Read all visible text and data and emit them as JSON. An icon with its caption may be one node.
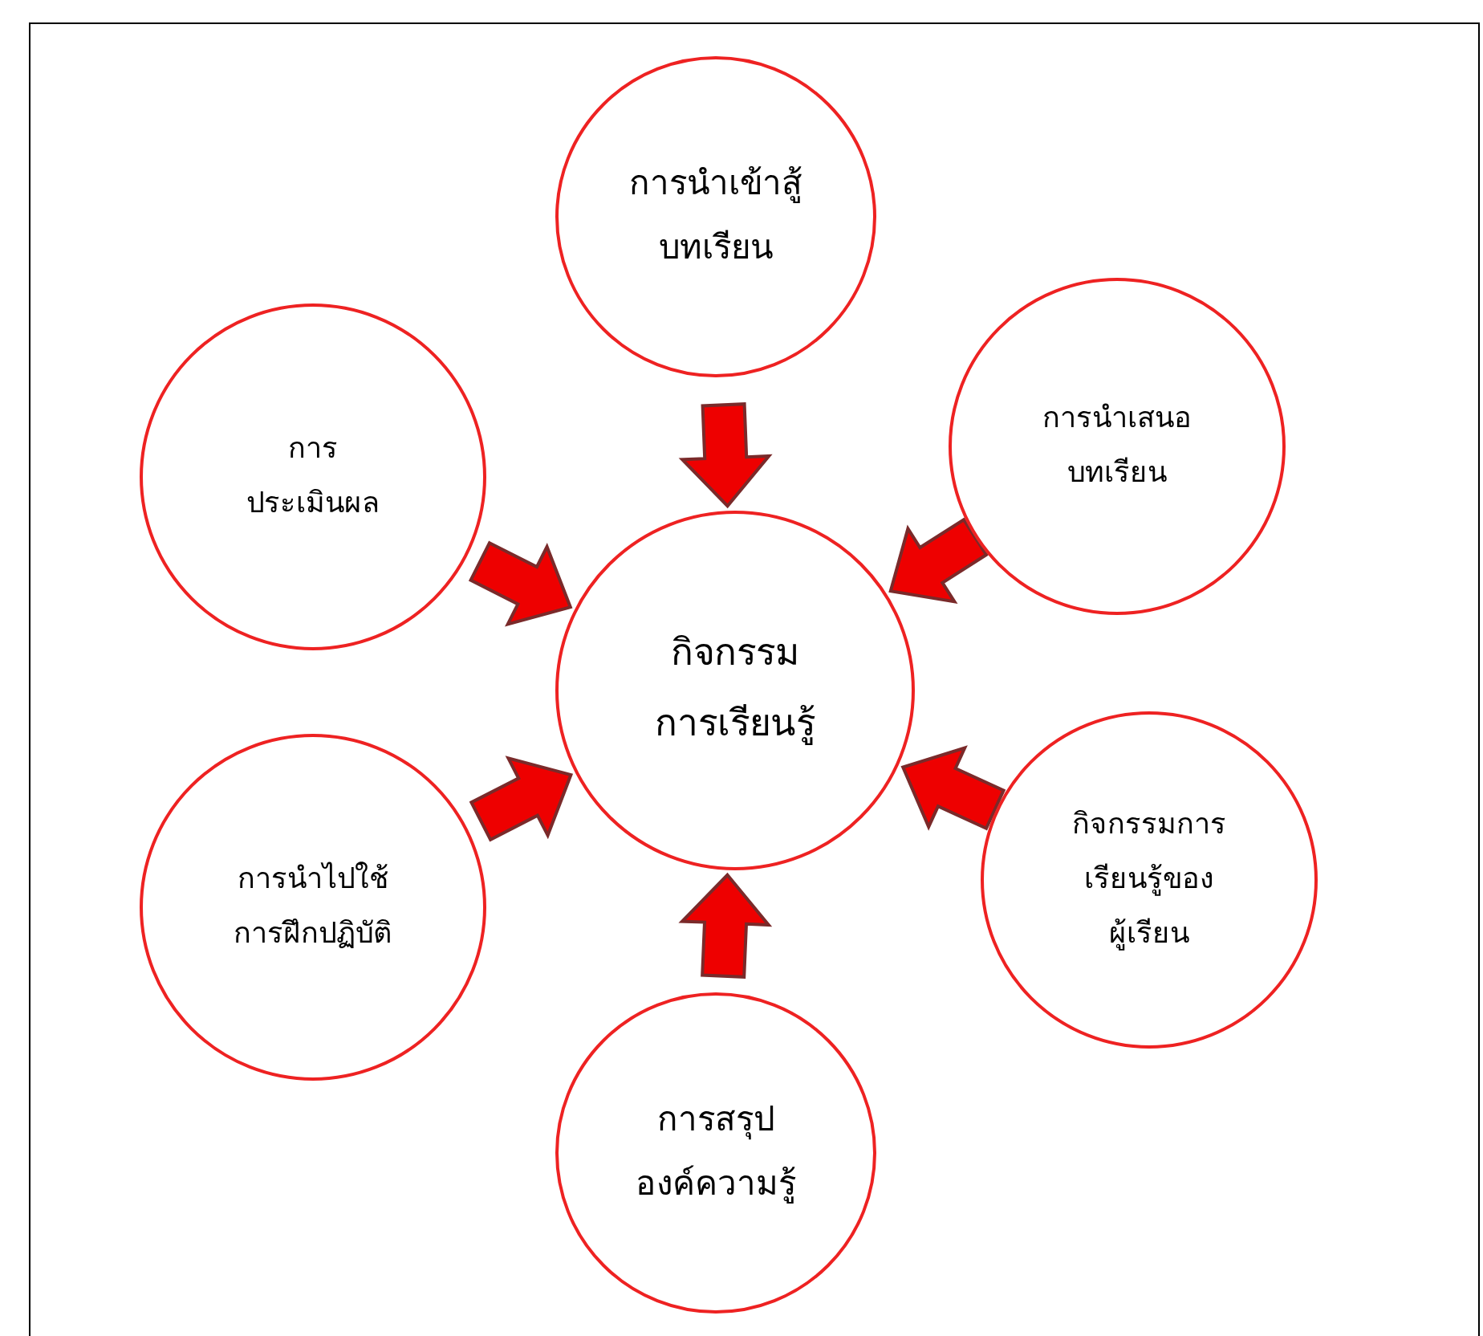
{
  "diagram": {
    "nodes": [
      {
        "text": [
          "กิจกรรม การเรียนรู้"
        ]
      },
      {
        "text": [
          "การนำเข้าสู้ บทเรียน"
        ]
      },
      {
        "text": [
          "การนำเสนอ บทเรียน"
        ]
      },
      {
        "text": [
          "กิจกรรมการ เรียนรู้ของ ผู้เรียน"
        ]
      },
      {
        "text": [
          "การสรุป องค์ความรู้"
        ]
      },
      {
        "text": [
          "การนำไปใช้ การฝึกปฏิบัติ"
        ]
      },
      {
        "text": [
          "การ ประเมินผล"
        ]
      }
    ],
    "edges": [
      {
        "from": 1,
        "to": 0,
        "arrow": "to"
      },
      {
        "from": 2,
        "to": 0,
        "arrow": "to"
      },
      {
        "from": 3,
        "to": 0,
        "arrow": "to"
      },
      {
        "from": 4,
        "to": 0,
        "arrow": "to"
      },
      {
        "from": 5,
        "to": 0,
        "arrow": "to"
      },
      {
        "from": 6,
        "to": 0,
        "arrow": "to"
      }
    ]
  }
}
